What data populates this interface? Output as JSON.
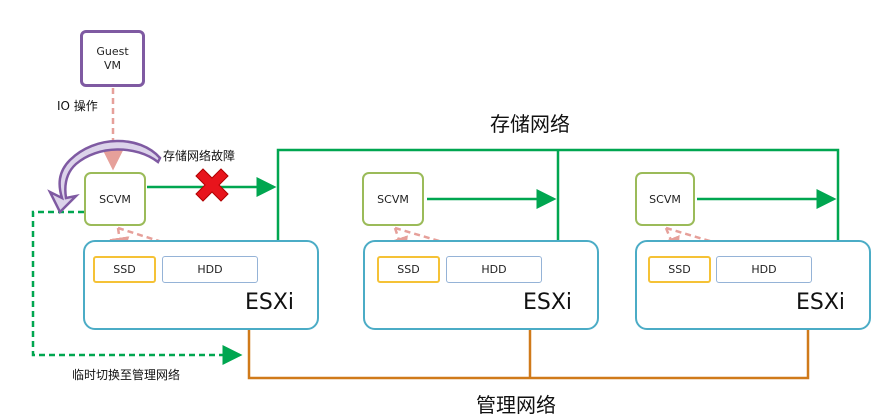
{
  "guest_vm": {
    "line1": "Guest",
    "line2": "VM"
  },
  "io_label": "IO 操作",
  "storage_network_label": "存储网络",
  "storage_failure_label": "存储网络故障",
  "management_network_label": "管理网络",
  "temp_switch_label": "临时切换至管理网络",
  "hosts": [
    {
      "scvm": "SCVM",
      "ssd": "SSD",
      "hdd": "HDD",
      "esxi": "ESXi"
    },
    {
      "scvm": "SCVM",
      "ssd": "SSD",
      "hdd": "HDD",
      "esxi": "ESXi"
    },
    {
      "scvm": "SCVM",
      "ssd": "SSD",
      "hdd": "HDD",
      "esxi": "ESXi"
    }
  ],
  "colors": {
    "storage_network": "#00a650",
    "management_network": "#d07a1a",
    "guest_vm_border": "#7f5aa2",
    "scvm_border": "#9bbb59",
    "esxi_border": "#4bacc6",
    "io_arrow": "#e6a09a",
    "failure_x": "#e8141c"
  }
}
